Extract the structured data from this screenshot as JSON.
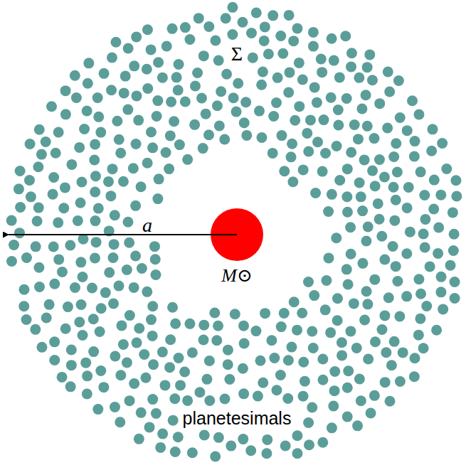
{
  "diagram": {
    "nodes": [
      {
        "text": [
          "M⊙"
        ]
      }
    ],
    "labels": [
      "Σ",
      "a",
      "planetesimals"
    ]
  }
}
